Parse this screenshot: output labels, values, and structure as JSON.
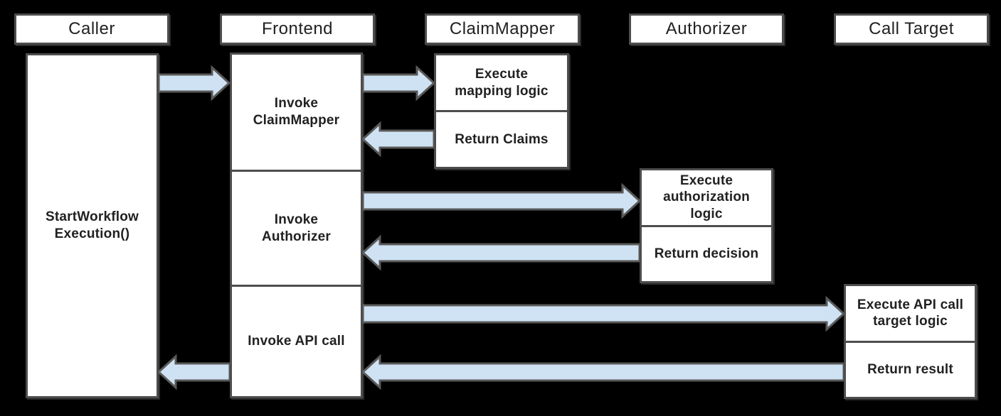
{
  "colors": {
    "background": "#000000",
    "box_fill": "#ffffff",
    "box_border": "#4d4d4d",
    "arrow_fill": "#cfe2f3",
    "arrow_border": "#595959",
    "text": "#212121"
  },
  "lifelines": {
    "caller": {
      "header": "Caller",
      "activation_label": "StartWorkflow\nExecution()"
    },
    "frontend": {
      "header": "Frontend",
      "steps": [
        "Invoke\nClaimMapper",
        "Invoke\nAuthorizer",
        "Invoke API call"
      ]
    },
    "claim_mapper": {
      "header": "ClaimMapper",
      "steps": [
        "Execute\nmapping logic",
        "Return Claims"
      ]
    },
    "authorizer": {
      "header": "Authorizer",
      "steps": [
        "Execute\nauthorization\nlogic",
        "Return decision"
      ]
    },
    "call_target": {
      "header": "Call Target",
      "steps": [
        "Execute API call\ntarget logic",
        "Return result"
      ]
    }
  },
  "messages": [
    {
      "from": "Caller",
      "to": "Frontend",
      "direction": "right"
    },
    {
      "from": "Frontend",
      "to": "ClaimMapper",
      "direction": "right"
    },
    {
      "from": "ClaimMapper",
      "to": "Frontend",
      "direction": "left"
    },
    {
      "from": "Frontend",
      "to": "Authorizer",
      "direction": "right"
    },
    {
      "from": "Authorizer",
      "to": "Frontend",
      "direction": "left"
    },
    {
      "from": "Frontend",
      "to": "Call Target",
      "direction": "right"
    },
    {
      "from": "Call Target",
      "to": "Frontend",
      "direction": "left"
    },
    {
      "from": "Frontend",
      "to": "Caller",
      "direction": "left"
    }
  ]
}
